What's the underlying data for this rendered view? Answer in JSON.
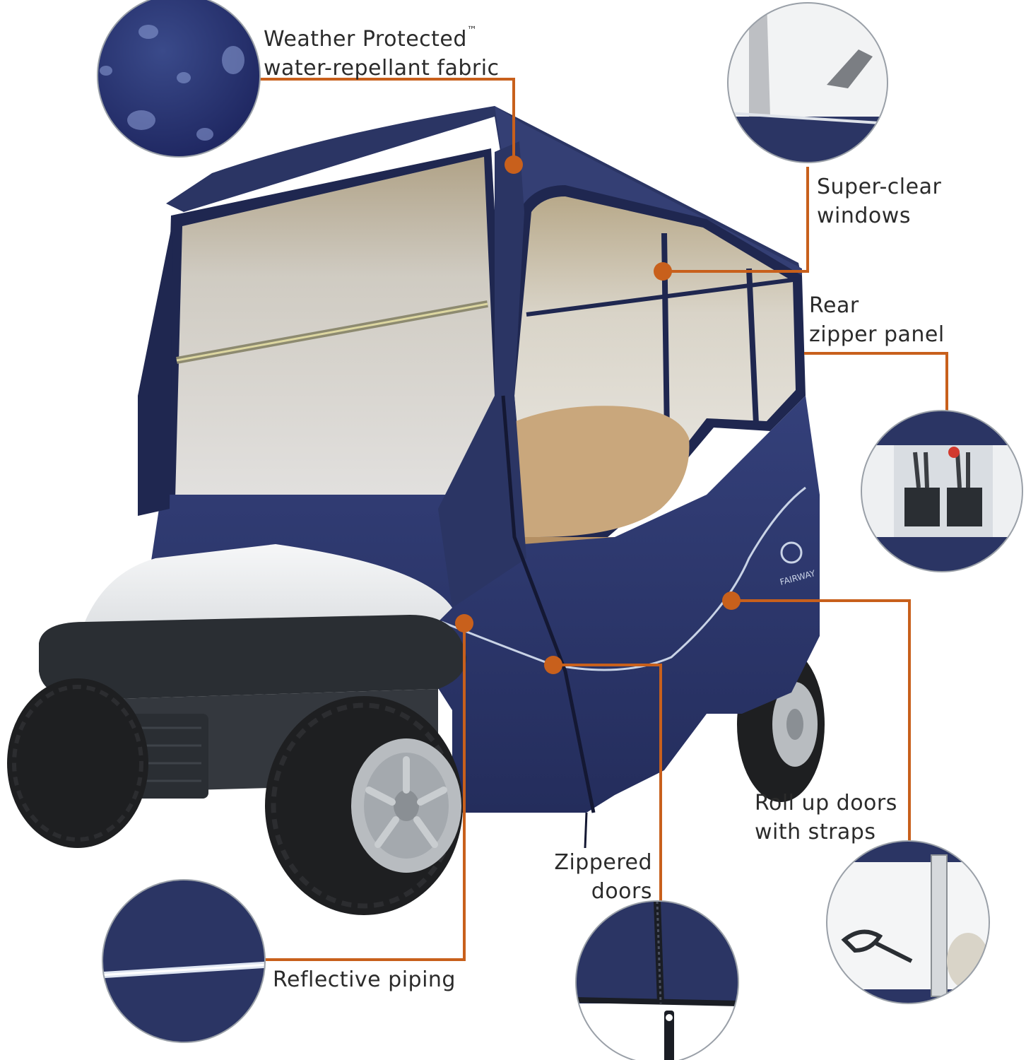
{
  "brand_logo_text": "FAIRWAY",
  "colors": {
    "leader_line": "#c8601c",
    "cover_navy": "#2b3564",
    "cover_navy_dark": "#1f2750",
    "cover_navy_light": "#3b4679",
    "reflective_piping": "#c9d3e6",
    "window_tint": "#c9c3b0",
    "seat_tan": "#c9a77c",
    "bumper_black": "#2a2e33",
    "tire_black": "#1e1f21",
    "rim_silver": "#b8bcc0"
  },
  "callouts": {
    "weather_protected": {
      "line1": "Weather Protected",
      "trademark": "™",
      "line2": "water-repellant fabric",
      "icon": "fabric-closeup-icon"
    },
    "super_clear_windows": {
      "line1": "Super-clear",
      "line2": "windows",
      "icon": "clear-window-closeup-icon"
    },
    "rear_zipper_panel": {
      "line1": "Rear",
      "line2": "zipper panel",
      "icon": "rear-panel-closeup-icon"
    },
    "roll_up_doors": {
      "line1": "Roll up doors",
      "line2": "with straps",
      "icon": "rolled-door-closeup-icon"
    },
    "zippered_doors": {
      "line1": "Zippered",
      "line2": "doors",
      "icon": "zipper-closeup-icon"
    },
    "reflective_piping": {
      "line1": "Reflective piping",
      "icon": "piping-closeup-icon"
    }
  }
}
